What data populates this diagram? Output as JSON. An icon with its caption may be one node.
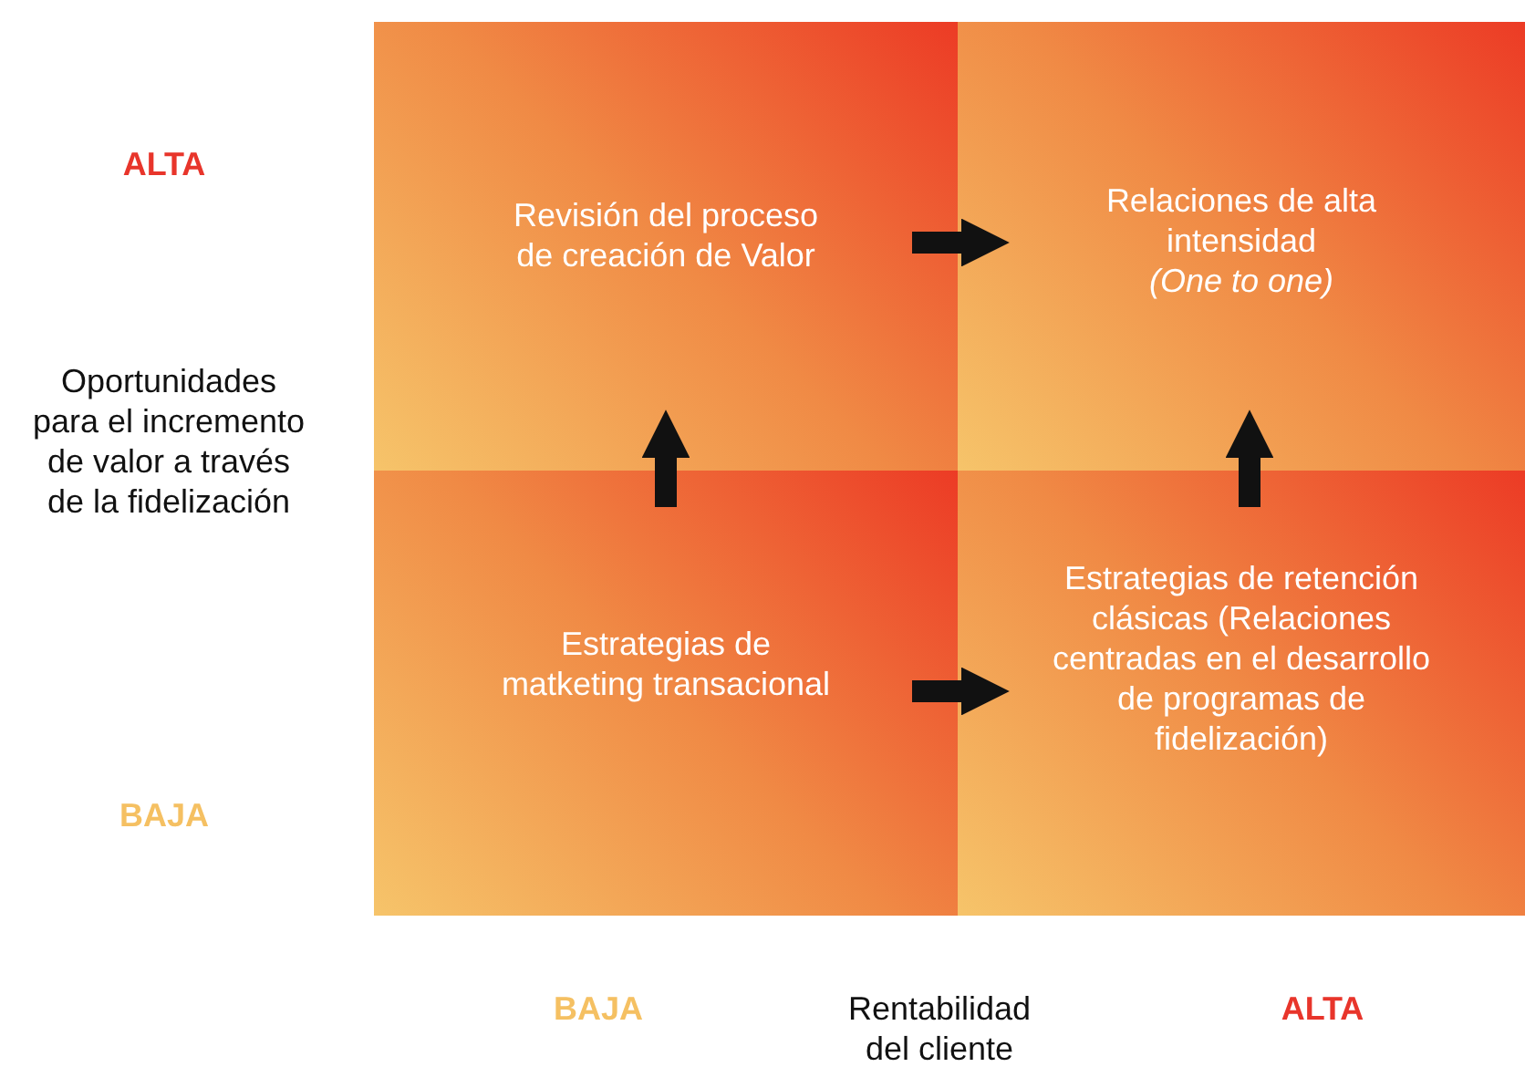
{
  "diagram": {
    "nodes": [
      {
        "text": [
          "Revisión del proceso de creación de Valor"
        ]
      },
      {
        "text": [
          "Relaciones de alta intensidad",
          "(One to one)"
        ]
      },
      {
        "text": [
          "Estrategias de matketing transacional"
        ]
      },
      {
        "text": [
          "Estrategias de retención clásicas (Relaciones centradas en el desarrollo de programas de fidelización)"
        ]
      }
    ],
    "edges": [
      {
        "from": 0,
        "to": 1,
        "arrow": "to"
      },
      {
        "from": 2,
        "to": 0,
        "arrow": "to"
      },
      {
        "from": 3,
        "to": 1,
        "arrow": "to"
      },
      {
        "from": 2,
        "to": 3,
        "arrow": "to"
      }
    ],
    "labels": [
      "ALTA",
      "Oportunidades para el incremento de valor a través de la fidelización",
      "BAJA",
      "BAJA",
      "Rentabilidad del cliente",
      "ALTA"
    ]
  }
}
